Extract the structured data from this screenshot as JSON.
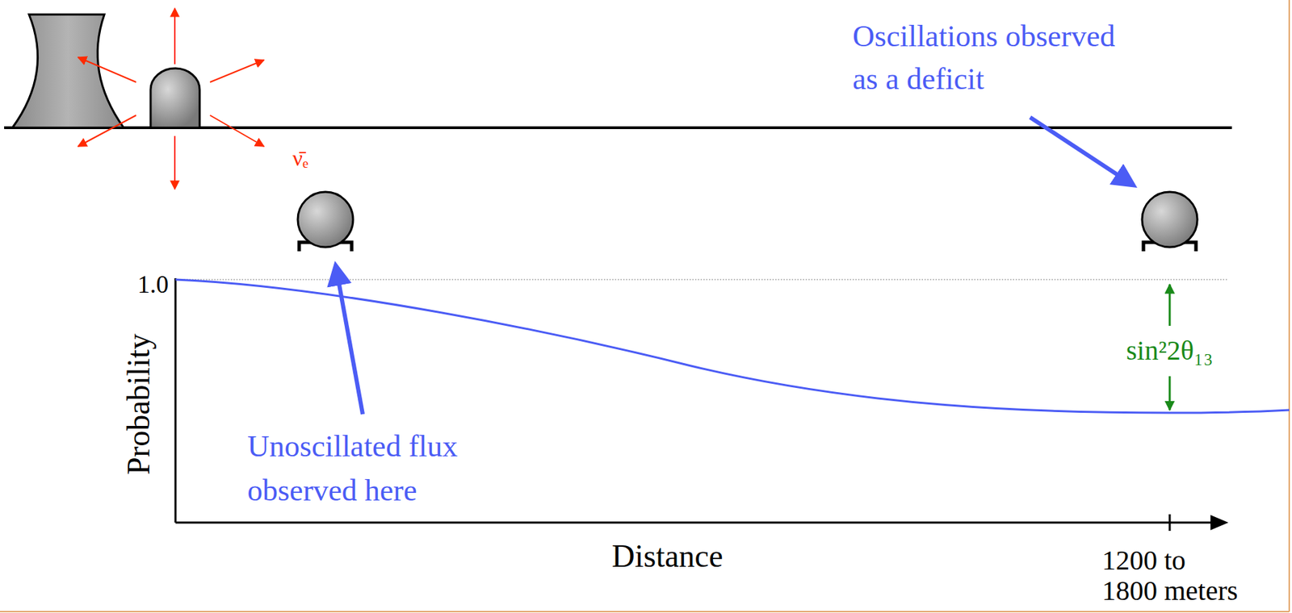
{
  "diagram": {
    "labels": [
      "Oscillations observed as a deficit",
      "ν̄ₑ",
      "1.0",
      "sin²2θ₁₃",
      "Probability",
      "Unoscillated flux observed here",
      "Distance",
      "1200 to 1800 meters"
    ]
  }
}
